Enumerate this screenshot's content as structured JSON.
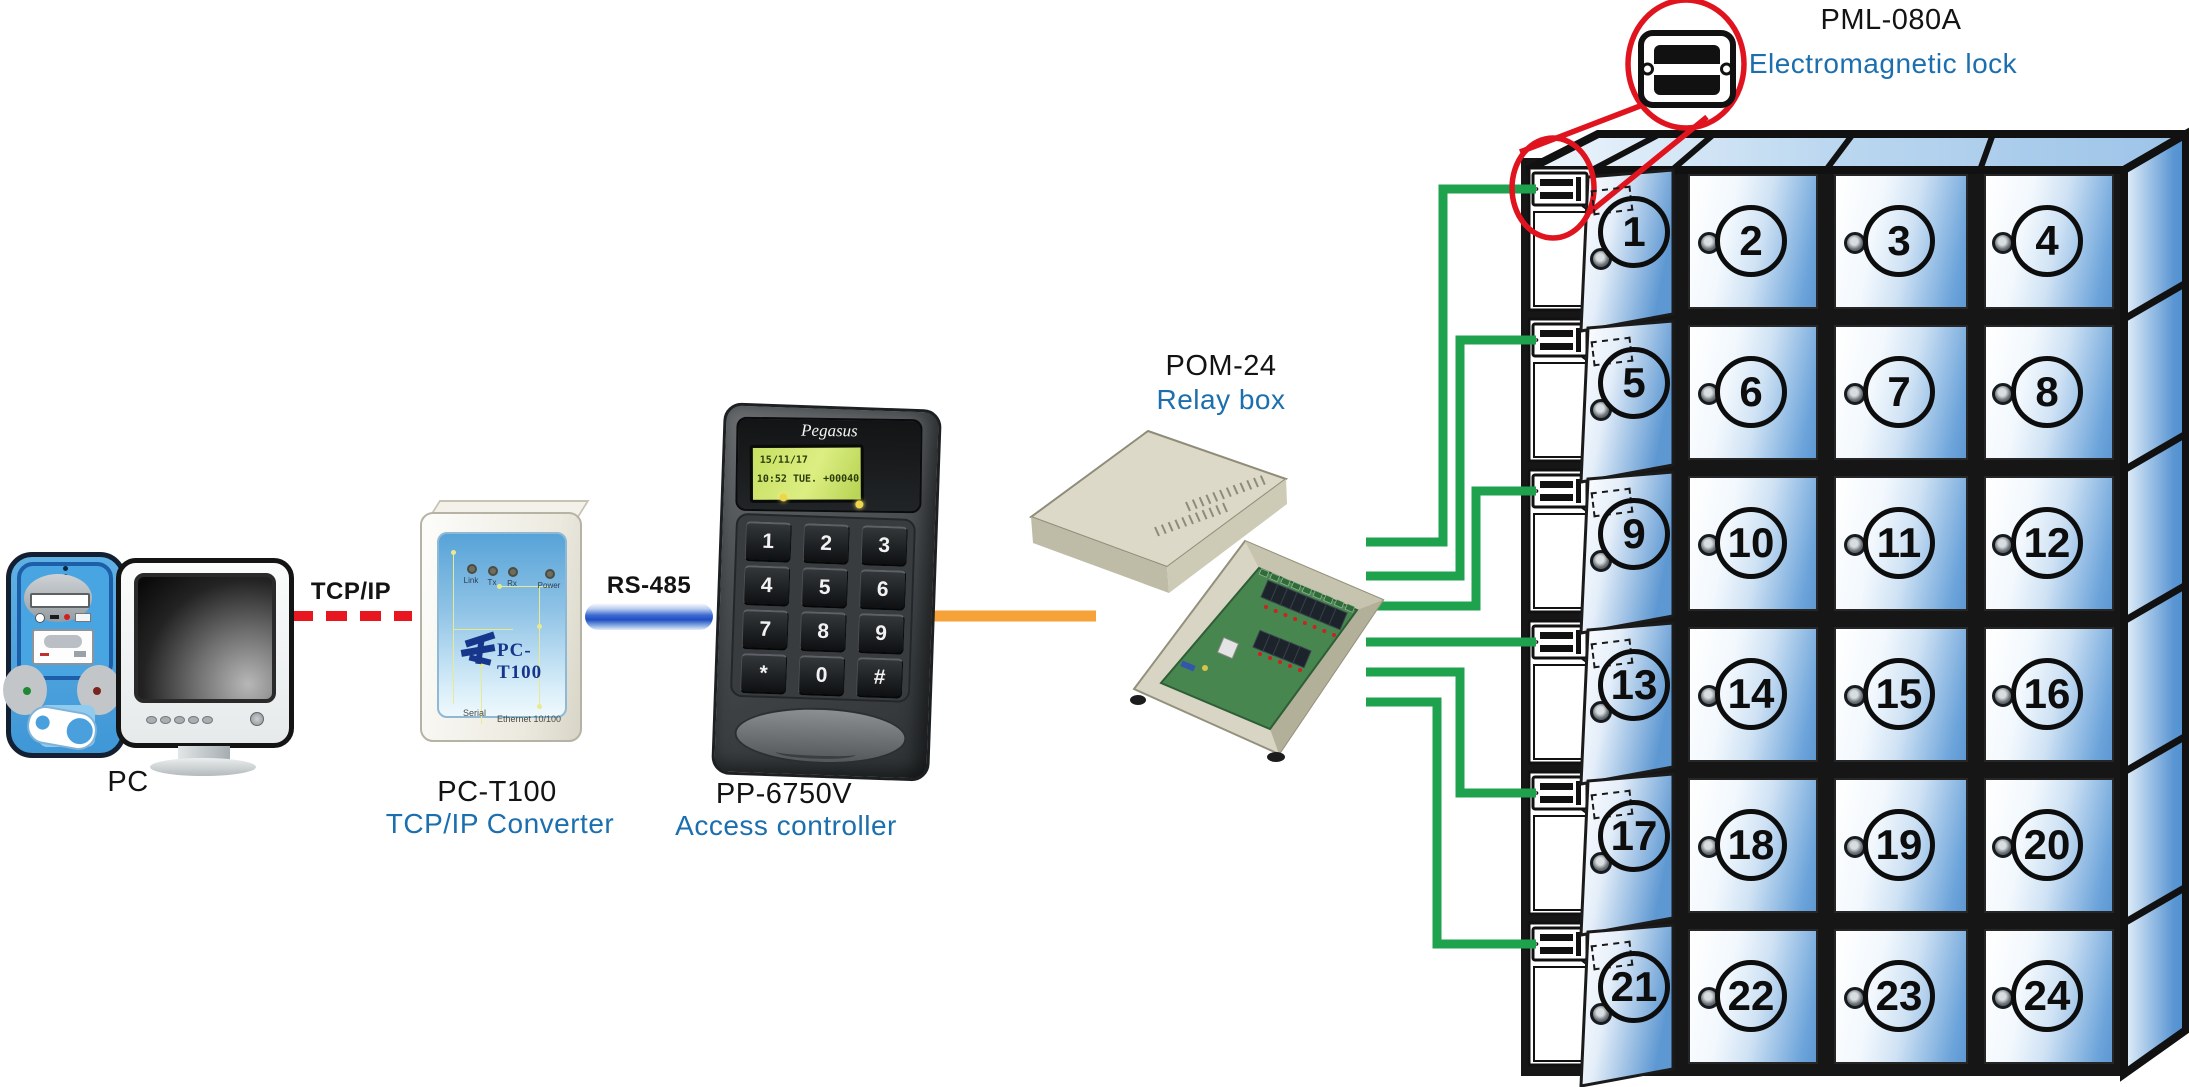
{
  "labels": {
    "pc": "PC",
    "tcpip_link": "TCP/IP",
    "pc_t100_model": "PC-T100",
    "pc_t100_desc": "TCP/IP Converter",
    "rs485_link": "RS-485",
    "pp6750v_model": "PP-6750V",
    "pp6750v_desc": "Access controller",
    "pom24_model": "POM-24",
    "pom24_desc": "Relay box",
    "pml080a_model": "PML-080A",
    "pml080a_desc": "Electromagnetic lock"
  },
  "device_panel": {
    "brand": "Pegasus",
    "lcd_line1": "15/11/17",
    "lcd_line2": "10:52 TUE. +00040",
    "keys": [
      "1",
      "2",
      "3",
      "4",
      "5",
      "6",
      "7",
      "8",
      "9",
      "*",
      "0",
      "#"
    ],
    "leds": [
      "Link",
      "Tx",
      "Rx",
      "Power"
    ],
    "logo_text": "PC-T100",
    "port_left": "Serial",
    "port_right": "Ethernet 10/100"
  },
  "lockers": {
    "rows": 6,
    "columns": 4,
    "door_numbers": [
      "1",
      "2",
      "3",
      "4",
      "5",
      "6",
      "7",
      "8",
      "9",
      "10",
      "11",
      "12",
      "13",
      "14",
      "15",
      "16",
      "17",
      "18",
      "19",
      "20",
      "21",
      "22",
      "23",
      "24"
    ]
  },
  "colors": {
    "wire_green": "#1FA24D",
    "wire_orange": "#F7A139",
    "link_red": "#E8161F",
    "label_blue": "#1C6FAE",
    "door_blue": "#5B97D3",
    "magnifier_red": "#E0141F"
  }
}
